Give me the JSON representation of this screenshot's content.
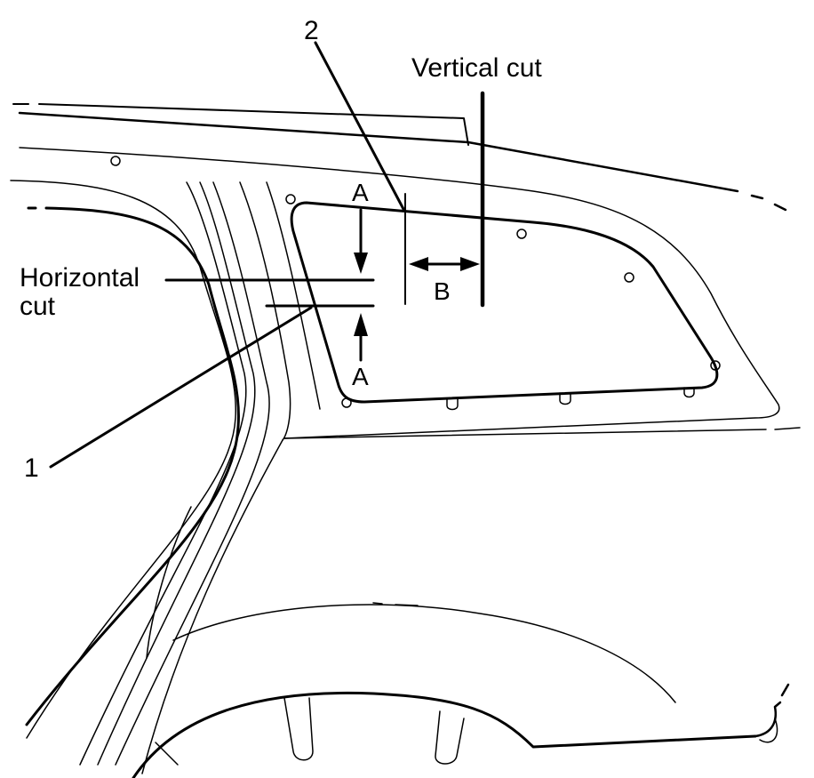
{
  "labels": {
    "vertical_cut": "Vertical cut",
    "horizontal_cut_line1": "Horizontal",
    "horizontal_cut_line2": "cut",
    "callout_1": "1",
    "callout_2": "2",
    "dim_a_top": "A",
    "dim_a_bottom": "A",
    "dim_b": "B"
  },
  "colors": {
    "line": "#000000",
    "background": "#ffffff"
  }
}
